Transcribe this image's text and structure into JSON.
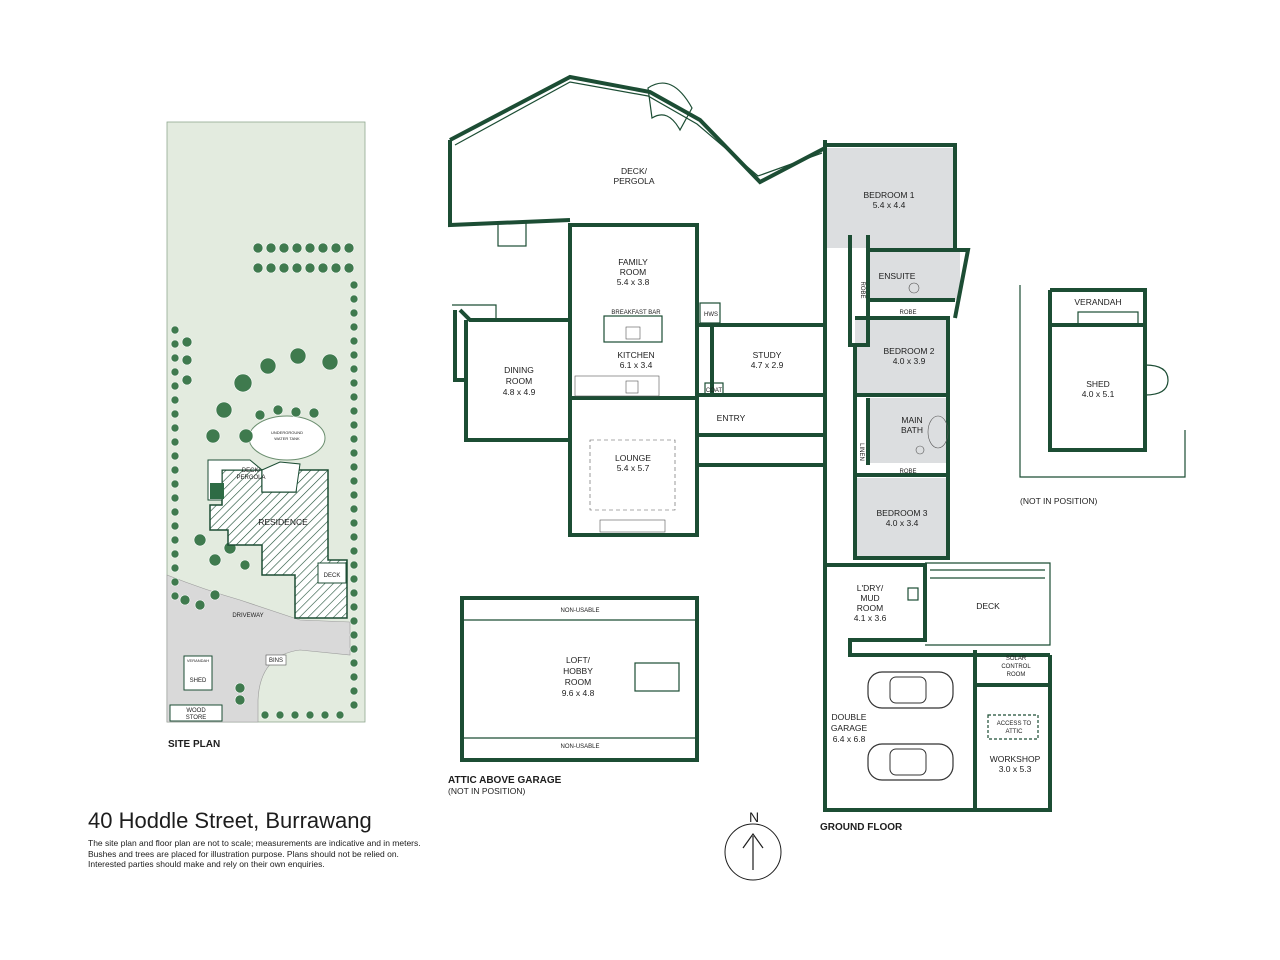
{
  "property": {
    "title": "40 Hoddle Street, Burrawang",
    "disclaimer": [
      "The site plan and floor plan are not to scale; measurements are indicative and in meters.",
      "Bushes and trees are placed for illustration purpose. Plans should not be relied on.",
      "Interested parties should make and rely on their own enquiries."
    ]
  },
  "captions": {
    "site_plan": "SITE PLAN",
    "attic": "ATTIC ABOVE GARAGE",
    "attic_note": "(NOT IN POSITION)",
    "ground_floor": "GROUND FLOOR",
    "shed_note": "(NOT IN POSITION)",
    "north": "N"
  },
  "site": {
    "deck_pergola": [
      "DECK/",
      "PERGOLA"
    ],
    "residence": "RESIDENCE",
    "deck": "DECK",
    "driveway": "DRIVEWAY",
    "verandah": "VERANDAH",
    "shed": "SHED",
    "wood_store": [
      "WOOD",
      "STORE"
    ],
    "bins": "BINS",
    "water_tank": [
      "UNDERGROUND",
      "WATER TANK"
    ]
  },
  "rooms": {
    "deck_pergola": [
      "DECK/",
      "PERGOLA"
    ],
    "family": [
      "FAMILY",
      "ROOM",
      "5.4 x 3.8"
    ],
    "breakfast": "BREAKFAST BAR",
    "kitchen": [
      "KITCHEN",
      "6.1 x 3.4"
    ],
    "dining": [
      "DINING",
      "ROOM",
      "4.8 x 4.9"
    ],
    "lounge": [
      "LOUNGE",
      "5.4 x 5.7"
    ],
    "study": [
      "STUDY",
      "4.7 x 2.9"
    ],
    "entry": "ENTRY",
    "hws": "HWS",
    "coat": "COAT",
    "bedroom1": [
      "BEDROOM 1",
      "5.4 x 4.4"
    ],
    "ensuite": "ENSUITE",
    "robe": "ROBE",
    "bedroom2": [
      "BEDROOM 2",
      "4.0 x 3.9"
    ],
    "main_bath": [
      "MAIN",
      "BATH"
    ],
    "linen": "LINEN",
    "bedroom3": [
      "BEDROOM 3",
      "4.0 x 3.4"
    ],
    "laundry": [
      "L'DRY/",
      "MUD",
      "ROOM",
      "4.1 x 3.6"
    ],
    "deck": "DECK",
    "garage": [
      "DOUBLE",
      "GARAGE",
      "6.4 x 6.8"
    ],
    "solar": [
      "SOLAR",
      "CONTROL",
      "ROOM"
    ],
    "attic_access": [
      "ACCESS TO",
      "ATTIC"
    ],
    "workshop": [
      "WORKSHOP",
      "3.0 x 5.3"
    ],
    "loft": [
      "LOFT/",
      "HOBBY",
      "ROOM",
      "9.6 x 4.8"
    ],
    "non_usable": "NON-USABLE",
    "shed_verandah": "VERANDAH",
    "shed": [
      "SHED",
      "4.0 x 5.1"
    ]
  },
  "colors": {
    "wall": "#1c4d34",
    "tree": "#3f7a4e",
    "lawn": "#e3ebdf",
    "wet_room": "#dcdee0",
    "paving": "#d9d9d9"
  }
}
